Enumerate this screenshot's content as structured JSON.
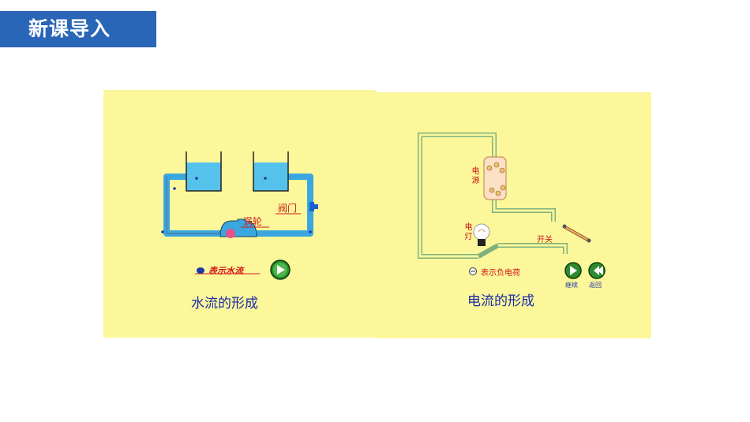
{
  "header": {
    "title": "新课导入"
  },
  "water_panel": {
    "turbine_label": "涡轮",
    "valve_label": "阀门",
    "legend_text": "表示水流",
    "caption": "水流的形成",
    "play_icon": "play-icon",
    "water_color": "#55c2ec",
    "pipe_color": "#3aa7e0"
  },
  "electric_panel": {
    "source_label": "电源",
    "lamp_label": "电灯",
    "switch_label": "开关",
    "legend_text": "表示负电荷",
    "caption": "电流的形成",
    "continue_label": "继续",
    "back_label": "返回",
    "play_icon": "play-icon",
    "back_icon": "rewind-icon"
  }
}
